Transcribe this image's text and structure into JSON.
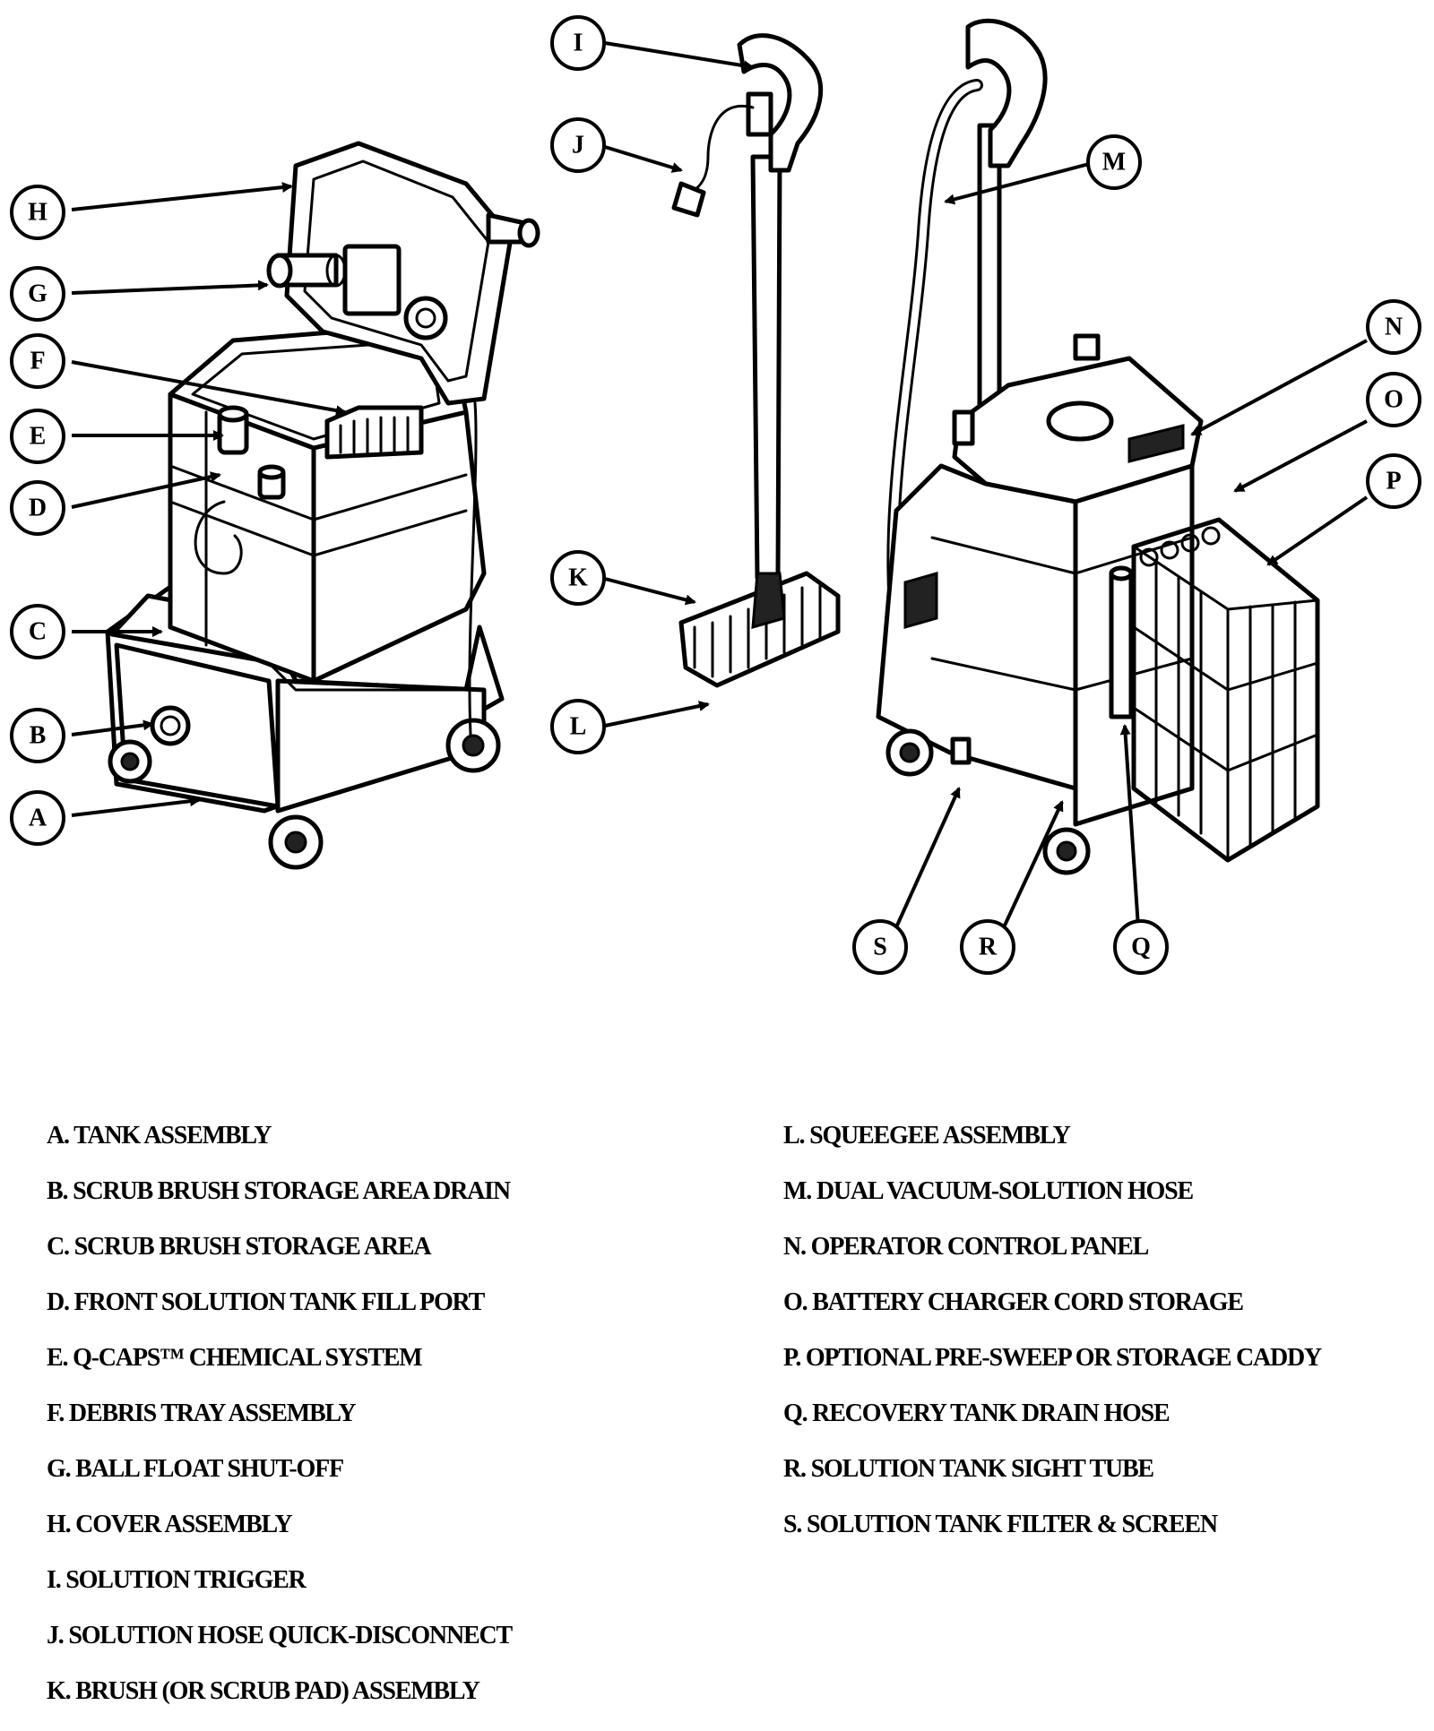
{
  "callouts": {
    "A": "A",
    "B": "B",
    "C": "C",
    "D": "D",
    "E": "E",
    "F": "F",
    "G": "G",
    "H": "H",
    "I": "I",
    "J": "J",
    "K": "K",
    "L": "L",
    "M": "M",
    "N": "N",
    "O": "O",
    "P": "P",
    "Q": "Q",
    "R": "R",
    "S": "S"
  },
  "legend": {
    "left": [
      "A. TANK ASSEMBLY",
      "B. SCRUB BRUSH STORAGE AREA DRAIN",
      "C. SCRUB BRUSH STORAGE AREA",
      "D. FRONT SOLUTION TANK FILL PORT",
      "E. Q-CAPS™ CHEMICAL SYSTEM",
      "F. DEBRIS TRAY ASSEMBLY",
      "G. BALL FLOAT SHUT-OFF",
      "H. COVER ASSEMBLY",
      "I. SOLUTION TRIGGER",
      "J. SOLUTION HOSE QUICK-DISCONNECT",
      "K. BRUSH (OR SCRUB PAD) ASSEMBLY"
    ],
    "right": [
      "L. SQUEEGEE ASSEMBLY",
      "M. DUAL VACUUM-SOLUTION HOSE",
      "N. OPERATOR CONTROL PANEL",
      "O. BATTERY CHARGER CORD STORAGE",
      "P. OPTIONAL PRE-SWEEP OR STORAGE CADDY",
      "Q. RECOVERY TANK DRAIN HOSE",
      "R. SOLUTION TANK SIGHT TUBE",
      "S. SOLUTION TANK FILTER & SCREEN"
    ]
  }
}
